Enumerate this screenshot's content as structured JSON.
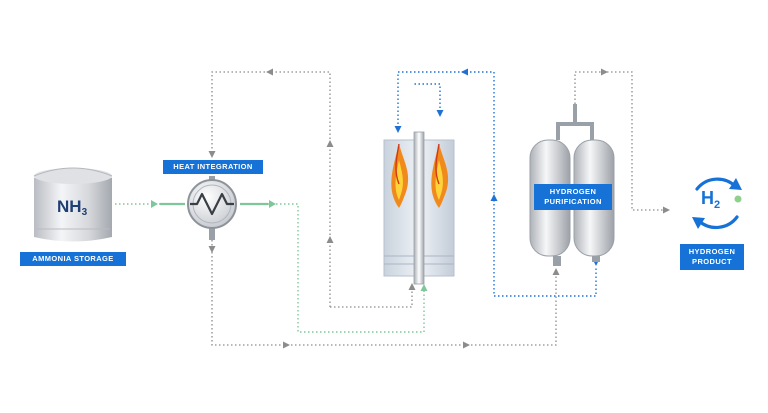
{
  "labels": {
    "ammonia_storage": "AMMONIA STORAGE",
    "heat_integration": "HEAT INTEGRATION",
    "hydrogen_purification_line1": "HYDROGEN",
    "hydrogen_purification_line2": "PURIFICATION",
    "hydrogen_product_line1": "HYDROGEN",
    "hydrogen_product_line2": "PRODUCT"
  },
  "tank": {
    "formula": "NH",
    "subscript": "3"
  },
  "product_icon": {
    "formula": "H",
    "subscript": "2"
  },
  "colors": {
    "label_bg": "#1672d6",
    "label_text": "#ffffff",
    "line_grey": "#8c8c8c",
    "line_green": "#7fc79a",
    "line_blue": "#1f72d4",
    "tank_text": "#1f3e73",
    "flame_outer": "#f08a1c",
    "flame_inner": "#ffd43a",
    "h2_icon": "#1672d6",
    "h2_dot": "#8fd18a"
  },
  "icons": [
    "heat-exchanger-icon",
    "flame-icon",
    "hydrogen-cycle-icon"
  ]
}
